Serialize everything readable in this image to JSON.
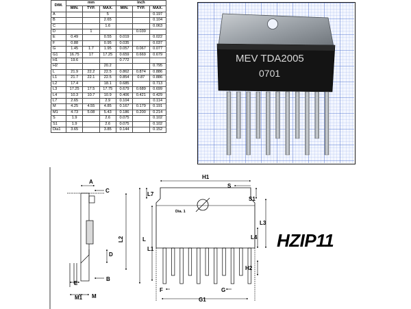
{
  "table": {
    "dim_header": "DIM.",
    "unit_mm": "mm",
    "unit_inch": "inch",
    "sub": [
      "MIN.",
      "TYP.",
      "MAX.",
      "MIN.",
      "TYP.",
      "MAX."
    ],
    "rows": [
      [
        "A",
        "",
        "",
        "5",
        "",
        "",
        "0.197"
      ],
      [
        "B",
        "",
        "",
        "2.65",
        "",
        "",
        "0.104"
      ],
      [
        "C",
        "",
        "",
        "1.6",
        "",
        "",
        "0.063"
      ],
      [
        "D",
        "",
        "1",
        "",
        "",
        "0.039",
        ""
      ],
      [
        "E",
        "0.49",
        "",
        "0.55",
        "0.019",
        "",
        "0.022"
      ],
      [
        "F",
        "0.88",
        "",
        "0.95",
        "0.035",
        "",
        "0.037"
      ],
      [
        "G",
        "1.45",
        "1.7",
        "1.95",
        "0.057",
        "0.067",
        "0.077"
      ],
      [
        "G1",
        "16.75",
        "17",
        "17.25",
        "0.659",
        "0.669",
        "0.679"
      ],
      [
        "H1",
        "19.6",
        "",
        "",
        "0.772",
        "",
        ""
      ],
      [
        "H2",
        "",
        "",
        "20.2",
        "",
        "",
        "0.795"
      ],
      [
        "L",
        "21.9",
        "22.2",
        "22.5",
        "0.862",
        "0.874",
        "0.886"
      ],
      [
        "L1",
        "21.7",
        "22.1",
        "22.5",
        "0.854",
        "0.87",
        "0.886"
      ],
      [
        "L2",
        "17.4",
        "",
        "18.1",
        "0.685",
        "",
        "0.713"
      ],
      [
        "L3",
        "17.25",
        "17.5",
        "17.75",
        "0.679",
        "0.689",
        "0.699"
      ],
      [
        "L4",
        "10.3",
        "10.7",
        "10.9",
        "0.406",
        "0.421",
        "0.429"
      ],
      [
        "L7",
        "2.65",
        "",
        "2.9",
        "0.104",
        "",
        "0.114"
      ],
      [
        "M",
        "4.25",
        "4.55",
        "4.85",
        "0.167",
        "0.179",
        "0.191"
      ],
      [
        "M1",
        "4.73",
        "5.08",
        "5.43",
        "0.186",
        "0.200",
        "0.214"
      ],
      [
        "S",
        "1.9",
        "",
        "2.6",
        "0.075",
        "",
        "0.102"
      ],
      [
        "S1",
        "1.9",
        "",
        "2.6",
        "0.075",
        "",
        "0.102"
      ],
      [
        "Dia1",
        "3.65",
        "",
        "3.85",
        "0.144",
        "",
        "0.152"
      ]
    ]
  },
  "photo": {
    "marking_line1": "MEV TDA2005",
    "marking_line2": "0701",
    "grid_color": "#3a5fc8",
    "body_color": "#141414",
    "tab_color": "#9aa0a6"
  },
  "drawing": {
    "labels": {
      "A": "A",
      "C": "C",
      "D": "D",
      "E": "E",
      "B": "B",
      "M": "M",
      "M1": "M1",
      "L2": "L2",
      "L7": "L7",
      "L": "L",
      "L1": "L1",
      "H1": "H1",
      "S": "S",
      "S1": "S1",
      "L3": "L3",
      "L4": "L4",
      "H2": "H2",
      "F": "F",
      "G": "G",
      "G1": "G1",
      "dia": "Dia. 1"
    }
  },
  "package_name": "HZIP11"
}
